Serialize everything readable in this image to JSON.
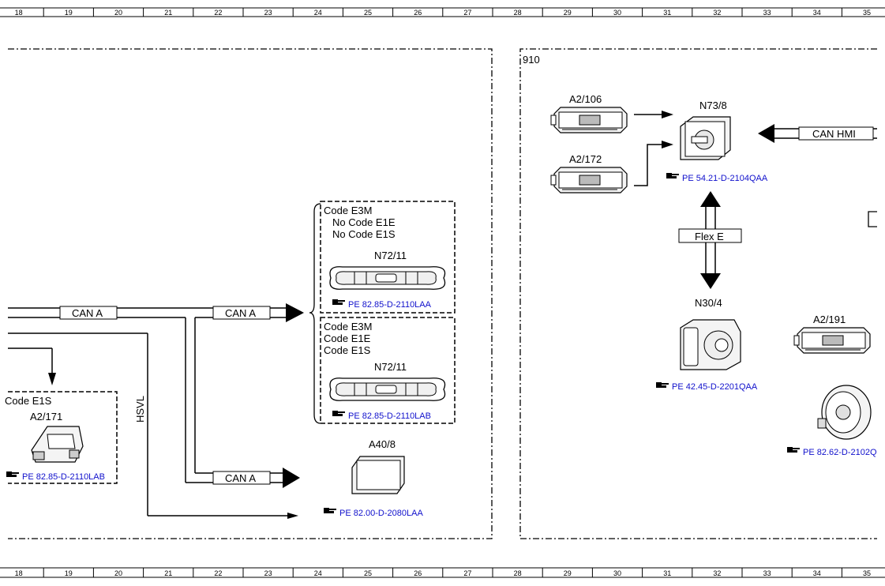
{
  "ruler": {
    "numbers": [
      "18",
      "19",
      "20",
      "21",
      "22",
      "23",
      "24",
      "25",
      "26",
      "27",
      "28",
      "29",
      "30",
      "31",
      "32",
      "33",
      "34",
      "35"
    ]
  },
  "area_label": "910",
  "components": {
    "a2_106": "A2/106",
    "a2_172": "A2/172",
    "n73_8": "N73/8",
    "n30_4": "N30/4",
    "a2_191": "A2/191",
    "a2_171": "A2/171",
    "n72_11_top": "N72/11",
    "n72_11_bottom": "N72/11",
    "a40_8": "A40/8"
  },
  "buses": {
    "can_a": "CAN A",
    "can_hmi": "CAN HMI",
    "flex_e": "Flex E",
    "hsvl": "HSVL"
  },
  "codes": {
    "top_box": [
      "Code E3M",
      "No Code E1E",
      "No Code E1S"
    ],
    "bottom_box": [
      "Code E3M",
      "Code E1E",
      "Code E1S"
    ],
    "left_box": "Code E1S"
  },
  "refs": {
    "n73_8": "PE 54.21-D-2104QAA",
    "n30_4": "PE 42.45-D-2201QAA",
    "n72_11_top": "PE 82.85-D-2110LAA",
    "n72_11_bottom": "PE 82.85-D-2110LAB",
    "a2_171": "PE 82.85-D-2110LAB",
    "a40_8": "PE 82.00-D-2080LAA",
    "speaker": "PE 82.62-D-2102Q"
  },
  "icons": [
    "pointing-hand-icon"
  ],
  "colors": {
    "link": "#1010cc",
    "line": "#000000"
  }
}
